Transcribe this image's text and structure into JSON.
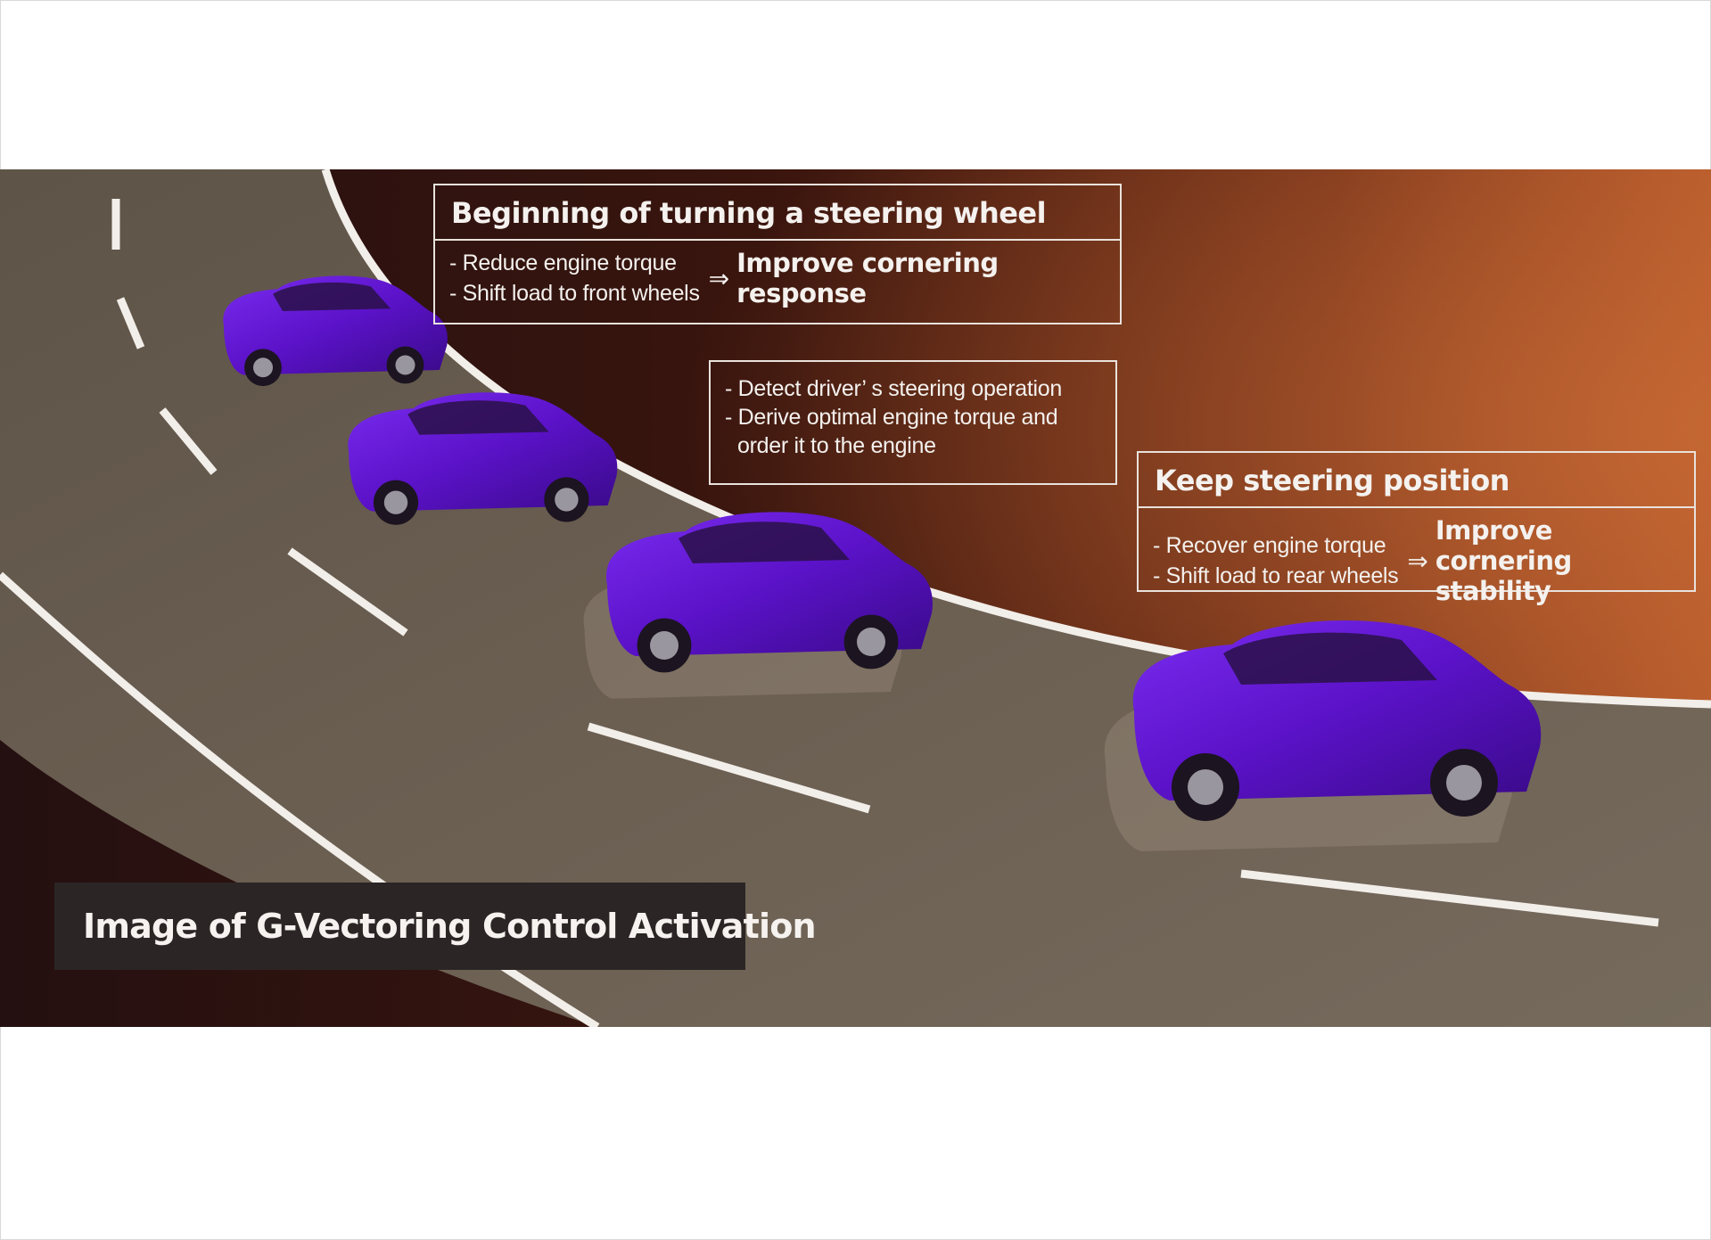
{
  "boxes": {
    "begin": {
      "title": "Beginning of turning a steering wheel",
      "bullets": [
        "- Reduce engine torque",
        "- Shift load to front wheels"
      ],
      "arrow": "⇒",
      "result": "Improve cornering response"
    },
    "detect": {
      "bullets": [
        "- Detect driver’ s steering operation",
        "- Derive optimal engine torque and",
        "order it to the engine"
      ]
    },
    "keep": {
      "title": "Keep steering position",
      "bullets": [
        "- Recover engine torque",
        "- Shift load to rear wheels"
      ],
      "arrow": "⇒",
      "result": "Improve cornering stability"
    }
  },
  "caption": "Image of G-Vectoring Control Activation",
  "colors": {
    "car_body": "#5b12c8",
    "road": "#6b5f52",
    "background_dark": "#2a100c",
    "background_glow": "#b5582a"
  }
}
